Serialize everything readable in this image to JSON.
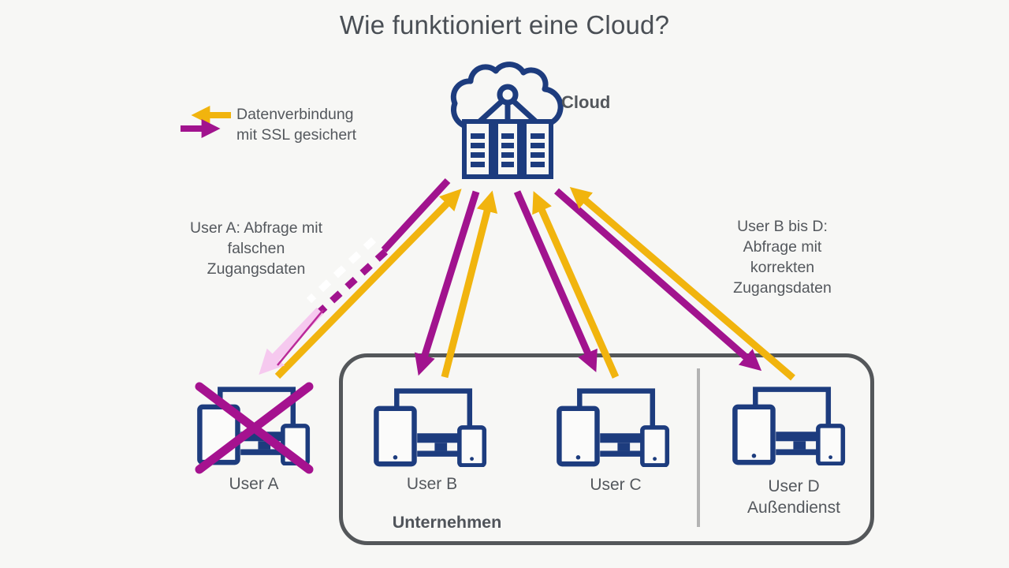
{
  "title": "Wie funktioniert eine Cloud?",
  "cloud": {
    "label": "Cloud"
  },
  "legend": {
    "lines": [
      "Datenverbindung",
      "mit SSL gesichert"
    ]
  },
  "notes": {
    "user_a": {
      "lines": [
        "User A: Abfrage mit",
        "falschen",
        "Zugangsdaten"
      ]
    },
    "users_bd": {
      "lines": [
        "User B bis D:",
        "Abfrage mit",
        "korrekten",
        "Zugangsdaten"
      ]
    }
  },
  "users": [
    {
      "label": "User A",
      "status": "blocked"
    },
    {
      "label": "User B",
      "status": "connected"
    },
    {
      "label": "User C",
      "status": "connected"
    },
    {
      "label": "User D",
      "sublabel": "Außendienst",
      "status": "connected"
    }
  ],
  "enterprise": {
    "label": "Unternehmen"
  },
  "colors": {
    "background": "#f7f7f5",
    "navy": "#1d3c7e",
    "yellow": "#f1b40e",
    "magenta": "#a1138e",
    "pink_blocked": "#f6c9ef",
    "text_gray": "#54585d",
    "box_border": "#54575a",
    "divider_gray": "#b3b3b3"
  }
}
